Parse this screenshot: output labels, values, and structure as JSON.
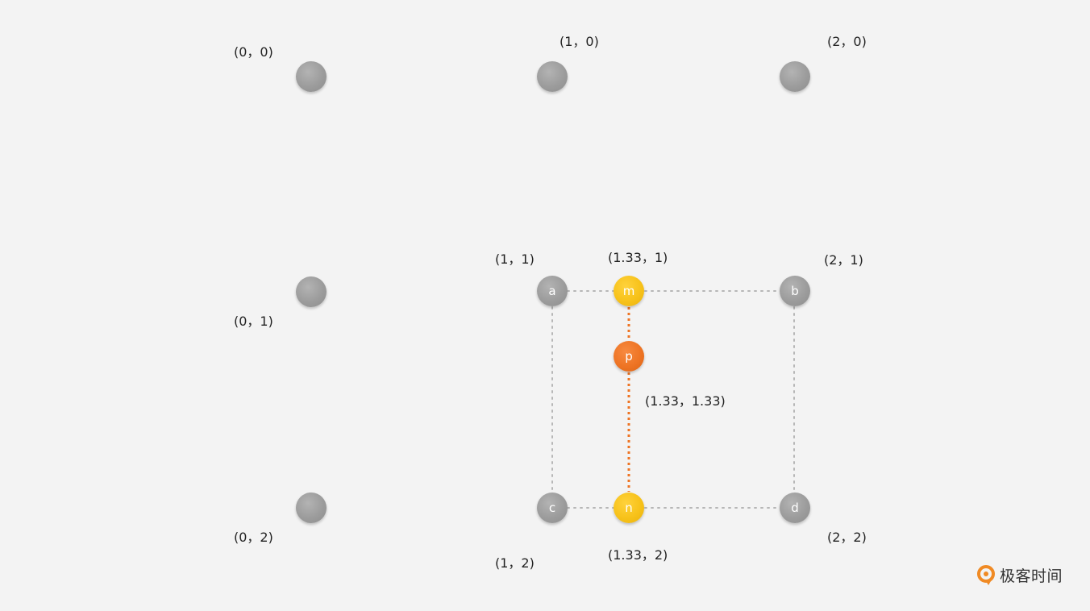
{
  "colors": {
    "grey_node": "#9c9c9c",
    "yellow_node": "#f7c21a",
    "orange_node": "#ee7424",
    "grey_dotted": "#b6b6b6",
    "orange_dotted": "#ee7424"
  },
  "grid_points": [
    {
      "coord": "(0，0)"
    },
    {
      "coord": "(1，0)"
    },
    {
      "coord": "(2，0)"
    },
    {
      "coord": "(0，1)"
    },
    {
      "coord": "(0，2)"
    }
  ],
  "corners": {
    "a": {
      "letter": "a",
      "coord": "(1，1)"
    },
    "b": {
      "letter": "b",
      "coord": "(2，1)"
    },
    "c": {
      "letter": "c",
      "coord": "(1，2)"
    },
    "d": {
      "letter": "d",
      "coord": "(2，2)"
    }
  },
  "interpolated": {
    "m": {
      "letter": "m",
      "coord": "(1.33，1)"
    },
    "n": {
      "letter": "n",
      "coord": "(1.33，2)"
    },
    "p": {
      "letter": "p",
      "coord": "(1.33，1.33)"
    }
  },
  "brand": {
    "logo_icon": "geek-time-logo-icon",
    "text": "极客时间"
  }
}
